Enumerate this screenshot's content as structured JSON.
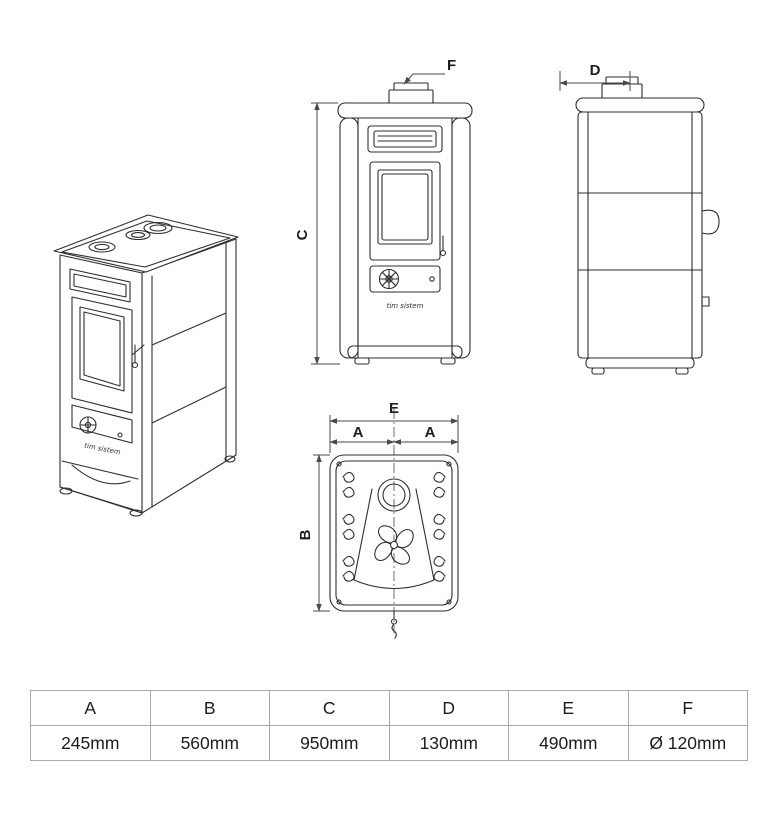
{
  "colors": {
    "line": "#2f2f2f",
    "dim": "#4a4a4a",
    "text": "#1d1d1f",
    "table-border": "#a9a9a9"
  },
  "views": {
    "perspective": {
      "brand": "tim sistem"
    },
    "front": {
      "dim_height_label": "C",
      "flue_label": "F",
      "brand": "tim sistem"
    },
    "side": {
      "dim_depth_label": "D"
    },
    "top": {
      "dim_width_label": "E",
      "dim_half_left_label": "A",
      "dim_half_right_label": "A",
      "dim_depth_label": "B"
    }
  },
  "table": {
    "headers": [
      "A",
      "B",
      "C",
      "D",
      "E",
      "F"
    ],
    "values": [
      "245mm",
      "560mm",
      "950mm",
      "130mm",
      "490mm",
      "Ø 120mm"
    ]
  }
}
